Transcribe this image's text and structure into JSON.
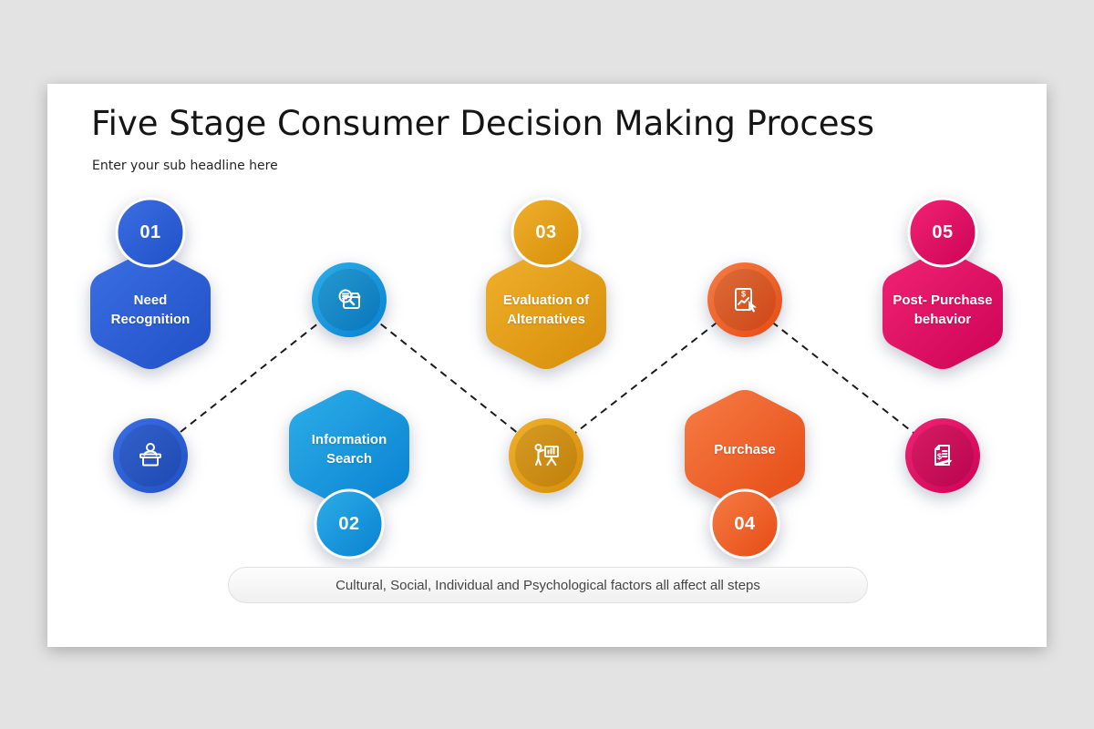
{
  "slide": {
    "title": "Five Stage Consumer Decision Making Process",
    "subtitle": "Enter your sub headline here",
    "footer_note": "Cultural, Social, Individual and Psychological factors all affect all steps"
  },
  "stages": [
    {
      "number": "01",
      "label": "Need Recognition",
      "icon": "person-at-desk-icon",
      "color_light": "#3a6fe2",
      "color_dark": "#2150c6",
      "number_position": "top"
    },
    {
      "number": "02",
      "label": "Information Search",
      "icon": "folder-search-icon",
      "color_light": "#2daee9",
      "color_dark": "#0881d0",
      "number_position": "bottom"
    },
    {
      "number": "03",
      "label": "Evaluation of Alternatives",
      "icon": "presentation-chart-icon",
      "color_light": "#f0b02c",
      "color_dark": "#d68d08",
      "number_position": "top"
    },
    {
      "number": "04",
      "label": "Purchase",
      "icon": "tablet-purchase-icon",
      "color_light": "#f67d45",
      "color_dark": "#e64a14",
      "number_position": "bottom",
      "icon_text": "$"
    },
    {
      "number": "05",
      "label": "Post- Purchase behavior",
      "icon": "invoice-pen-icon",
      "color_light": "#f12373",
      "color_dark": "#cd0356",
      "number_position": "top",
      "icon_text": "$"
    }
  ],
  "connector": {
    "style": "dashed",
    "color": "#1c1c1c"
  }
}
